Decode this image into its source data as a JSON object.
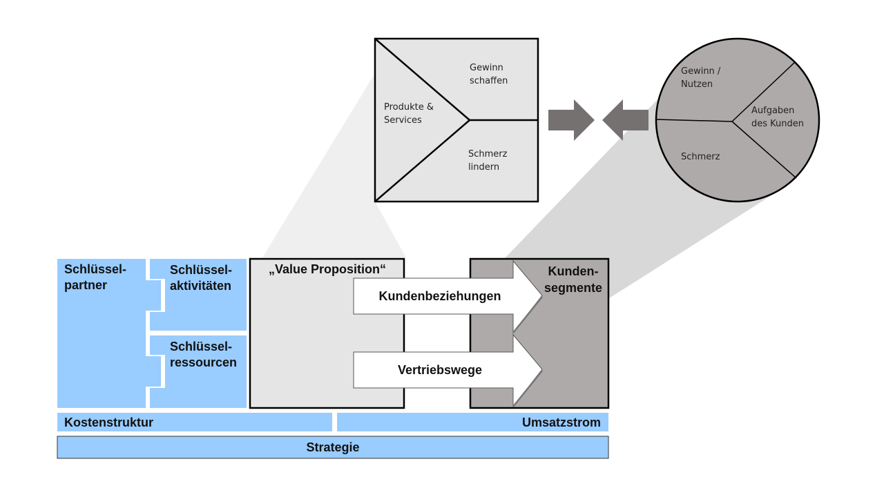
{
  "canvas": {
    "boxes": {
      "partners_line1": "Schlüssel-",
      "partners_line2": "partner",
      "activities_line1": "Schlüssel-",
      "activities_line2": "aktivitäten",
      "resources_line1": "Schlüssel-",
      "resources_line2": "ressourcen",
      "value_proposition": "„Value Proposition“",
      "segments_line1": "Kunden-",
      "segments_line2": "segmente",
      "relationships": "Kundenbeziehungen",
      "channels": "Vertriebswege",
      "cost_structure": "Kostenstruktur",
      "revenue_streams": "Umsatzstrom",
      "strategy": "Strategie"
    }
  },
  "value_map": {
    "gain_creators_line1": "Gewinn",
    "gain_creators_line2": "schaffen",
    "products_line1": "Produkte  &",
    "products_line2": "Services",
    "pain_relievers_line1": "Schmerz",
    "pain_relievers_line2": "lindern"
  },
  "customer_profile": {
    "gains_line1": "Gewinn /",
    "gains_line2": "Nutzen",
    "jobs_line1": "Aufgaben",
    "jobs_line2": "des Kunden",
    "pains": "Schmerz"
  },
  "colors": {
    "light_blue": "#99ccff",
    "light_gray": "#e6e5e6",
    "mid_gray": "#aeaaaa",
    "dark_arrow": "#767171"
  }
}
